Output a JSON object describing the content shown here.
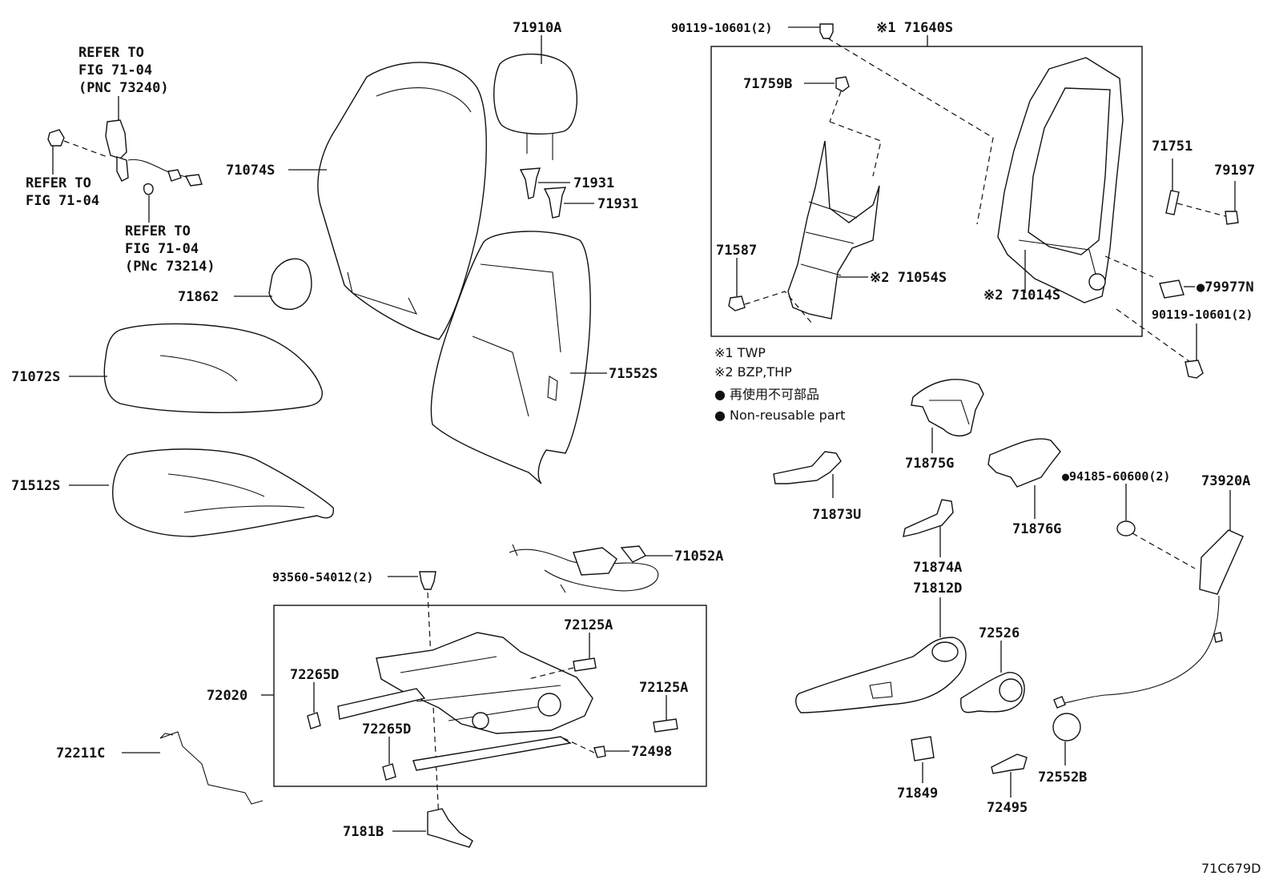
{
  "diagram_code": "71C679D",
  "refer_notes": {
    "belt": [
      "REFER TO",
      "FIG 71-04",
      "(PNC 73240)"
    ],
    "clip": [
      "REFER TO",
      "FIG 71-04"
    ],
    "buckle": [
      "REFER TO",
      "FIG 71-04",
      "(PNc 73214)"
    ]
  },
  "legend": {
    "note1": "※1 TWP",
    "note2": "※2 BZP,THP",
    "non_reusable_jp": "● 再使用不可部品",
    "non_reusable_en": "● Non-reusable part"
  },
  "labels": {
    "p71910A": "71910A",
    "p90119_top": "90119-10601(2)",
    "p71640S": "※1 71640S",
    "p71759B": "71759B",
    "p71074S": "71074S",
    "p71931a": "71931",
    "p71931b": "71931",
    "p71751": "71751",
    "p79197": "79197",
    "p71587": "71587",
    "p71054S": "※2 71054S",
    "p71014S": "※2 71014S",
    "p79977N": "●79977N",
    "p90119_bot": "90119-10601(2)",
    "p71862": "71862",
    "p71072S": "71072S",
    "p71552S": "71552S",
    "p71875G": "71875G",
    "p71873U": "71873U",
    "p94185": "●94185-60600(2)",
    "p73920A": "73920A",
    "p71876G": "71876G",
    "p71512S": "71512S",
    "p71052A": "71052A",
    "p71874A": "71874A",
    "p71812D": "71812D",
    "p93560": "93560-54012(2)",
    "p72125A_a": "72125A",
    "p72526": "72526",
    "p72265D_a": "72265D",
    "p72020": "72020",
    "p72125A_b": "72125A",
    "p72265D_b": "72265D",
    "p72211C": "72211C",
    "p72498": "72498",
    "p71849": "71849",
    "p72552B": "72552B",
    "p72495": "72495",
    "p7181B": "7181B"
  }
}
